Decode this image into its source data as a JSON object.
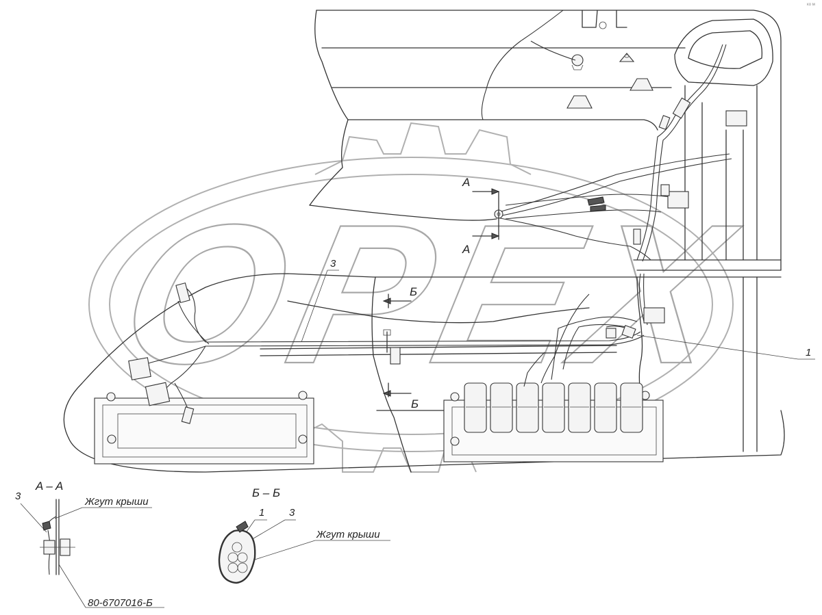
{
  "watermark": {
    "brand_text": "OPEX"
  },
  "corner_mark": "ко м",
  "section_a": {
    "marker": "A",
    "title": "A – A",
    "callout_item": "3",
    "harness_label": "Жгут крыши",
    "part_number": "80-6707016-Б"
  },
  "section_b": {
    "marker": "Б",
    "title": "Б – Б",
    "callout_item_1": "1",
    "callout_item_3": "3",
    "harness_label": "Жгут крыши"
  },
  "callouts": {
    "main_item_1": "1",
    "main_item_3": "3"
  }
}
